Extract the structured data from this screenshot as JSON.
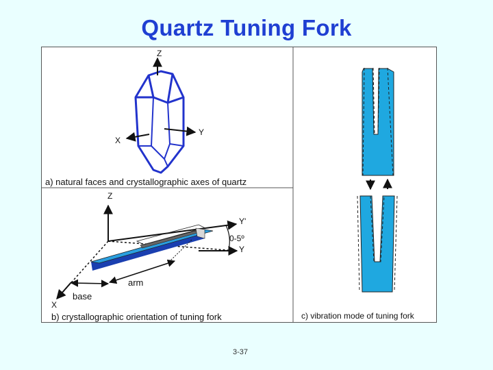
{
  "title": "Quartz Tuning Fork",
  "panel_a": {
    "axis_z": "Z",
    "axis_x": "X",
    "axis_y": "Y",
    "caption": "a)  natural faces and crystallographic axes of quartz"
  },
  "panel_b": {
    "axis_z": "Z",
    "axis_y_prime": "Y'",
    "angle": "0-5º",
    "axis_y": "Y",
    "arm_label": "arm",
    "base_label": "base",
    "axis_x": "X",
    "caption": "b)  crystallographic orientation of tuning fork"
  },
  "panel_c": {
    "caption": "c)  vibration mode of tuning fork"
  },
  "page_number": "3-37",
  "colors": {
    "title": "#1f3fd2",
    "crystal": "#2233cc",
    "fork_fill": "#1fa8e0",
    "background": "#eaffff"
  }
}
